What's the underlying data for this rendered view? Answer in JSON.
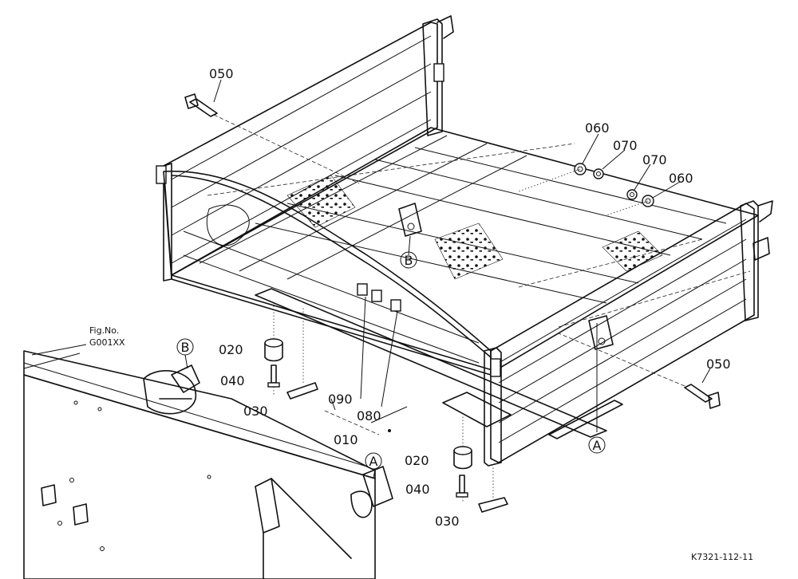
{
  "callouts": {
    "p050_top": "050",
    "p060_a": "060",
    "p070_a": "070",
    "p070_b": "070",
    "p060_b": "060",
    "p020_left": "020",
    "p040_left": "040",
    "p030_left": "030",
    "p090": "090",
    "p080": "080",
    "p010": "010",
    "p050_right": "050",
    "p020_right": "020",
    "p040_right": "040",
    "p030_right": "030"
  },
  "circle_refs": {
    "b_bed": "B",
    "b_frame": "B",
    "a_frame": "A",
    "a_bed": "A"
  },
  "figure_ref": {
    "label": "Fig.No.",
    "code": "G001XX"
  },
  "drawing_code": "K7321-112-11"
}
